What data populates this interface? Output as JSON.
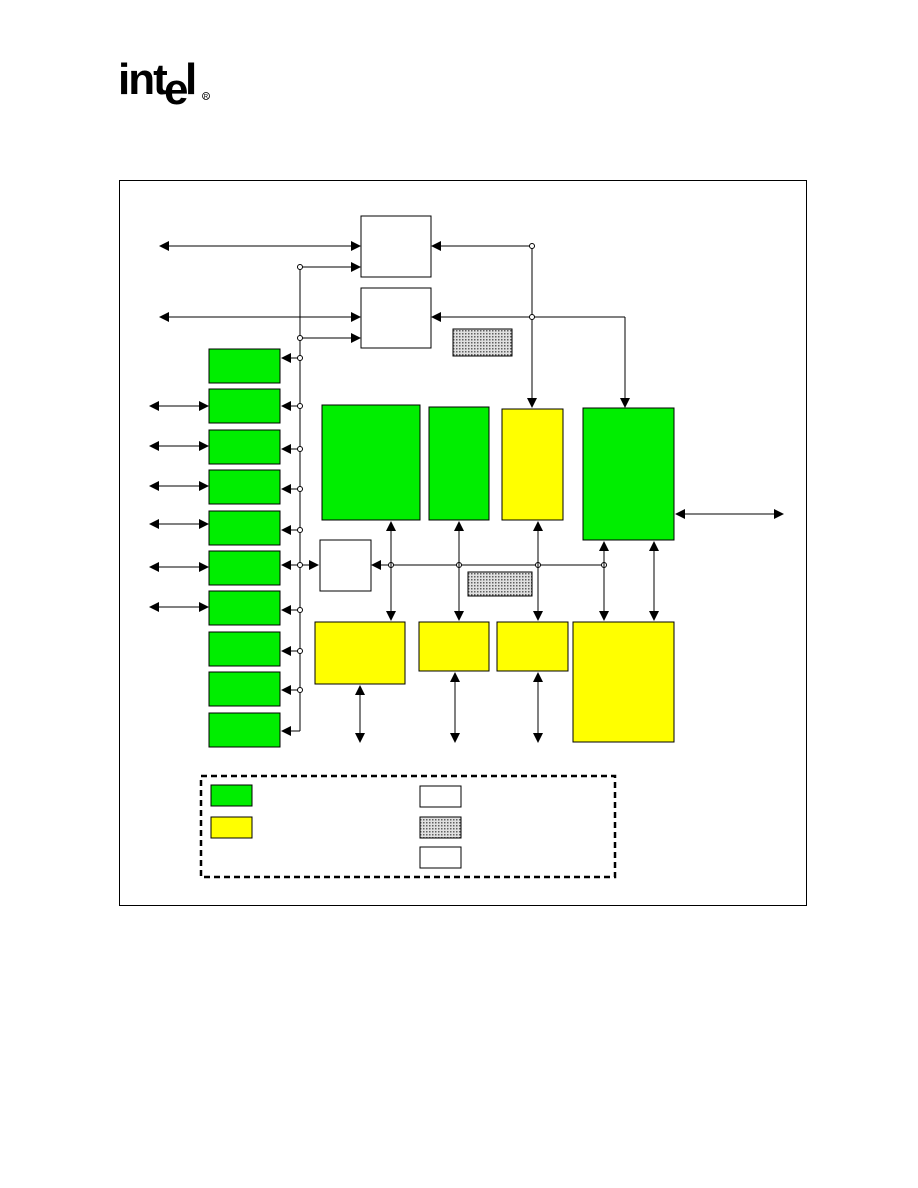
{
  "brand": {
    "logo_text": "intel",
    "registered_mark": "®"
  },
  "colors": {
    "green": "#00ee00",
    "yellow": "#ffff00",
    "white": "#ffffff",
    "hatched": "#c8c8c8",
    "line": "#000000"
  },
  "diagram": {
    "legend_items": [
      {
        "swatch": "green-block"
      },
      {
        "swatch": "yellow-block"
      },
      {
        "swatch": "white-block"
      },
      {
        "swatch": "hatched-block"
      },
      {
        "swatch": "white-block"
      }
    ]
  }
}
